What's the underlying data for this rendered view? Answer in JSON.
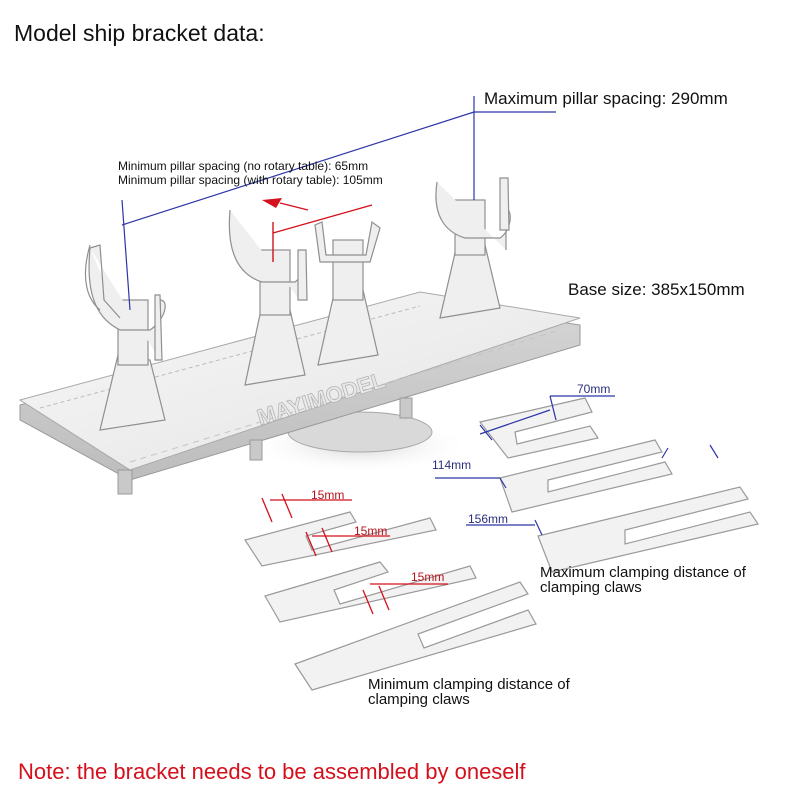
{
  "title": "Model ship bracket data:",
  "labels": {
    "max_pillar": "Maximum pillar spacing: 290mm",
    "min_pillar_no_rotary": "Minimum pillar spacing (no rotary table): 65mm",
    "min_pillar_rotary": "Minimum pillar spacing (with rotary table): 105mm",
    "base_size": "Base size: 385x150mm",
    "max_claw_line1": "Maximum clamping distance of",
    "max_claw_line2": "clamping claws",
    "min_claw_line1": "Minimum clamping distance of",
    "min_claw_line2": "clamping claws"
  },
  "measurements": {
    "claw_70": "70mm",
    "claw_114": "114mm",
    "claw_156": "156mm",
    "min_a": "15mm",
    "min_b": "15mm",
    "min_c": "15mm"
  },
  "base_engraving": "MAYIMODEL",
  "note": "Note: the bracket needs to be assembled by oneself",
  "colors": {
    "measure_line": "#2c36a8",
    "red_arrow": "#d4101c",
    "part_fill": "#f3f3f3",
    "part_edge": "#9a9a9a",
    "note": "#d4101c"
  }
}
